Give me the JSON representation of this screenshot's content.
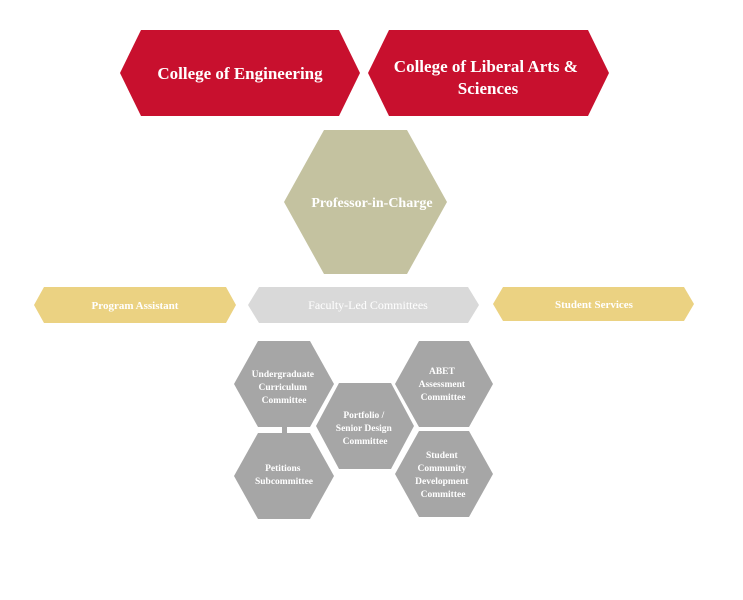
{
  "colors": {
    "college": "#c8102e",
    "professor": "#c4c2a0",
    "staff": "#ebd282",
    "faculty_band": "#d9d9d9",
    "committee": "#a6a6a6",
    "connector": "#a6a6a6"
  },
  "colleges": {
    "engineering": "College of Engineering",
    "liberal_arts": [
      "College of Liberal Arts &",
      "Sciences"
    ]
  },
  "professor": "Professor-in-Charge",
  "staff": {
    "program_assistant": "Program Assistant",
    "student_services": "Student Services"
  },
  "faculty_committees": "Faculty-Led Committees",
  "committees": {
    "undergraduate_curriculum": [
      "Undergraduate",
      "Curriculum",
      "Committee"
    ],
    "petitions": [
      "Petitions",
      "Subcommittee"
    ],
    "portfolio_senior_design": [
      "Portfolio /",
      "Senior Design",
      "Committee"
    ],
    "abet_assessment": [
      "ABET",
      "Assessment",
      "Committee"
    ],
    "student_community_development": [
      "Student",
      "Community",
      "Development",
      "Committee"
    ]
  }
}
